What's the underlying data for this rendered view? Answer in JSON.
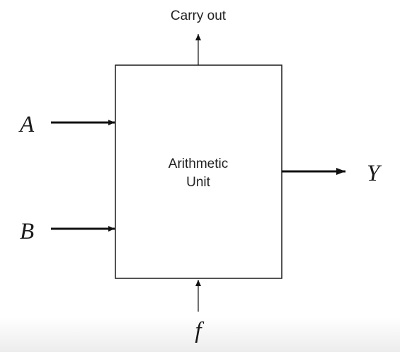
{
  "block": {
    "label_line1": "Arithmetic",
    "label_line2": "Unit"
  },
  "inputs": {
    "a": "A",
    "b": "B",
    "f": "f"
  },
  "outputs": {
    "y": "Y",
    "carry_out": "Carry out"
  }
}
